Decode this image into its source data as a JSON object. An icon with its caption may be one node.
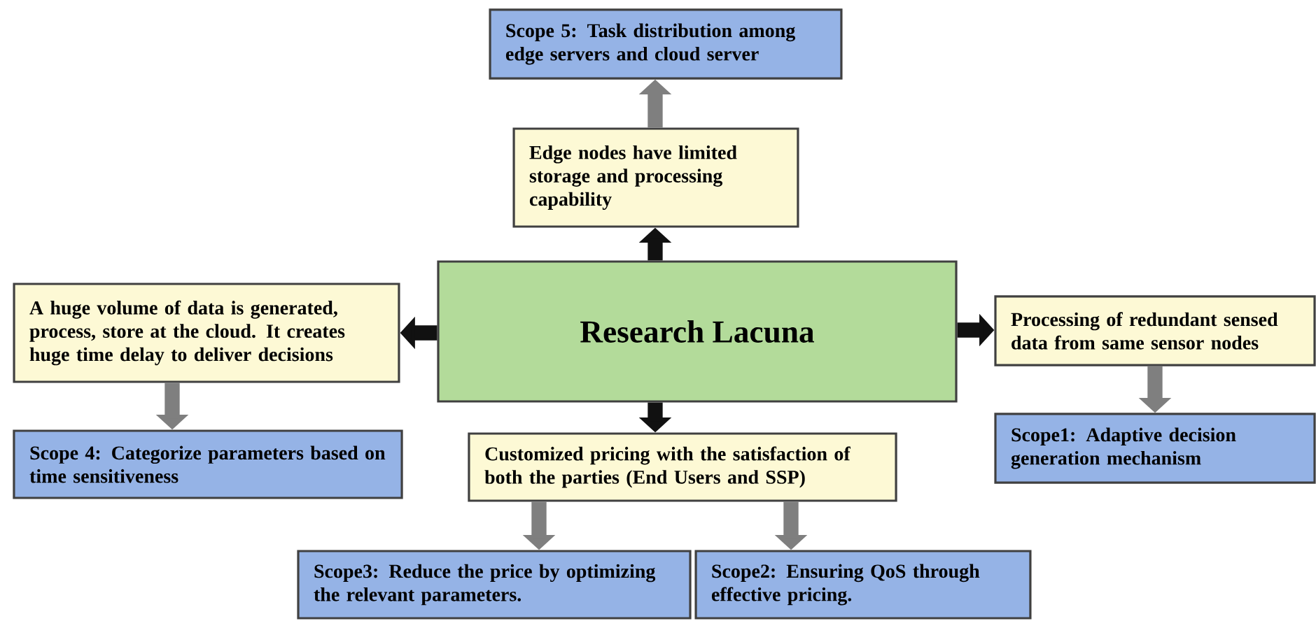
{
  "diagram": {
    "nodes": [
      {
        "text": [
          "Research Lacuna"
        ]
      },
      {
        "text": [
          "Edge nodes have limited storage and processing capability"
        ]
      },
      {
        "text": [
          "Scope 5: Task distribution among edge servers and cloud server"
        ]
      },
      {
        "text": [
          "A huge volume of data is generated, process, store at the cloud. It creates huge time delay to deliver decisions"
        ]
      },
      {
        "text": [
          "Scope 4: Categorize parameters based on time sensitiveness"
        ]
      },
      {
        "text": [
          "Customized pricing with the satisfaction of both the parties (End Users and SSP)"
        ]
      },
      {
        "text": [
          "Scope3: Reduce the price by optimizing the relevant parameters."
        ]
      },
      {
        "text": [
          "Scope2: Ensuring QoS through effective pricing."
        ]
      },
      {
        "text": [
          "Processing of redundant sensed data from same sensor nodes"
        ]
      },
      {
        "text": [
          "Scope1: Adaptive decision generation mechanism"
        ]
      }
    ],
    "edges": [
      {
        "from": 0,
        "to": 1,
        "arrow": "to",
        "color": "#111111"
      },
      {
        "from": 1,
        "to": 2,
        "arrow": "to"
      },
      {
        "from": 0,
        "to": 3,
        "arrow": "to",
        "color": "#111111"
      },
      {
        "from": 3,
        "to": 4,
        "arrow": "to"
      },
      {
        "from": 0,
        "to": 5,
        "arrow": "to",
        "color": "#111111"
      },
      {
        "from": 5,
        "to": 6,
        "arrow": "to"
      },
      {
        "from": 5,
        "to": 7,
        "arrow": "to"
      },
      {
        "from": 0,
        "to": 8,
        "arrow": "to",
        "color": "#111111"
      },
      {
        "from": 8,
        "to": 9,
        "arrow": "to"
      }
    ]
  }
}
